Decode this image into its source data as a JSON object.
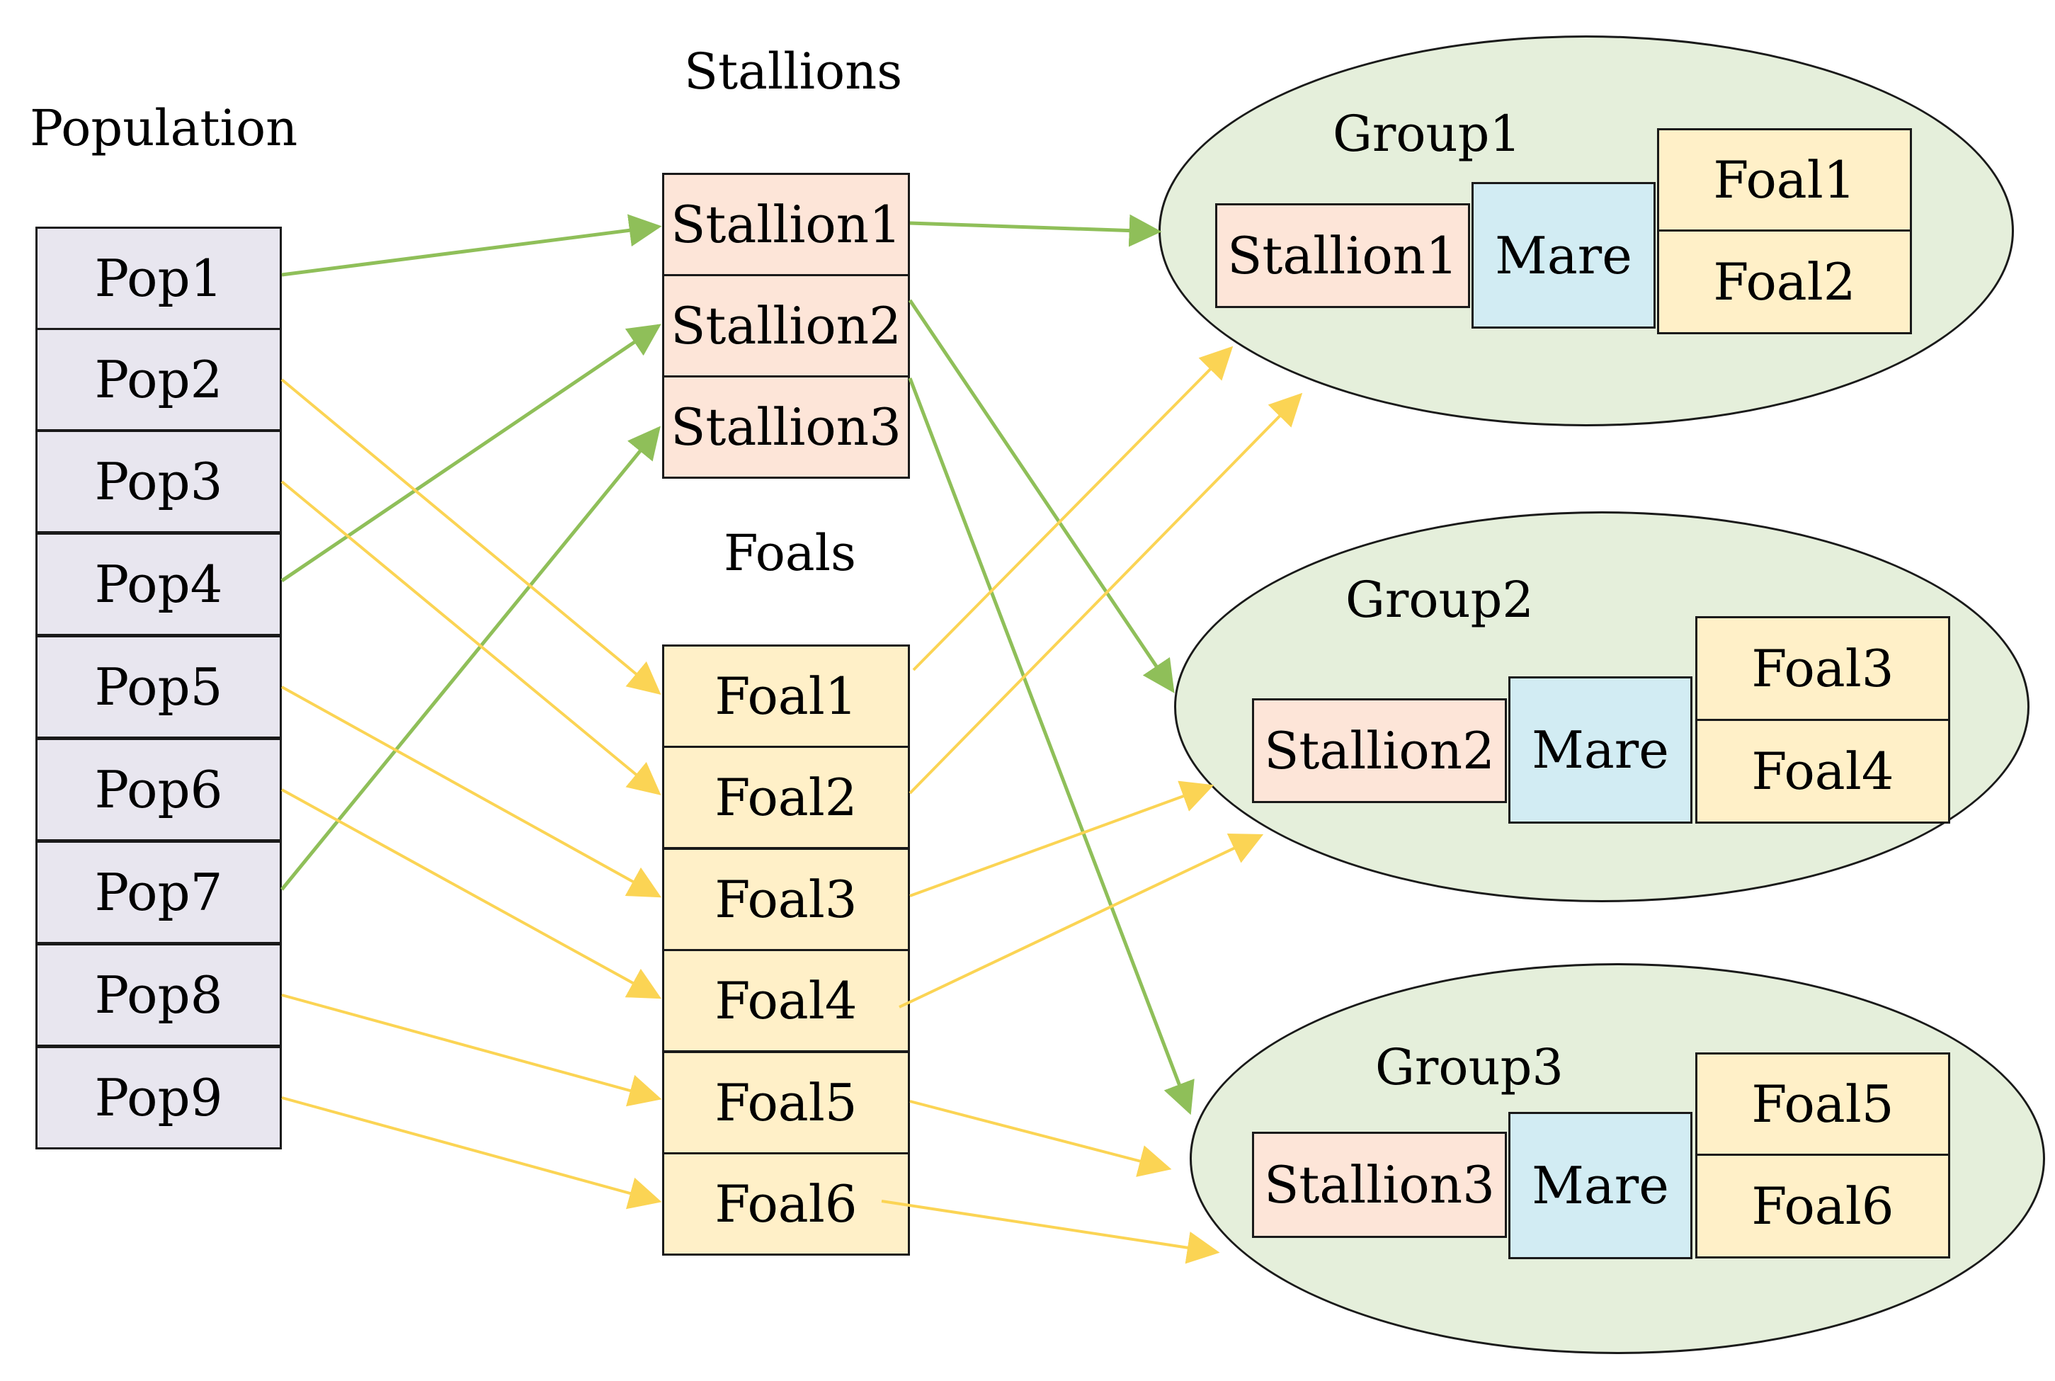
{
  "headings": {
    "population": "Population",
    "stallions": "Stallions",
    "foals": "Foals"
  },
  "population": [
    "Pop1",
    "Pop2",
    "Pop3",
    "Pop4",
    "Pop5",
    "Pop6",
    "Pop7",
    "Pop8",
    "Pop9"
  ],
  "stallions": [
    "Stallion1",
    "Stallion2",
    "Stallion3"
  ],
  "foals": [
    "Foal1",
    "Foal2",
    "Foal3",
    "Foal4",
    "Foal5",
    "Foal6"
  ],
  "groups": [
    {
      "title": "Group1",
      "stallion": "Stallion1",
      "mare": "Mare",
      "foal_a": "Foal1",
      "foal_b": "Foal2"
    },
    {
      "title": "Group2",
      "stallion": "Stallion2",
      "mare": "Mare",
      "foal_a": "Foal3",
      "foal_b": "Foal4"
    },
    {
      "title": "Group3",
      "stallion": "Stallion3",
      "mare": "Mare",
      "foal_a": "Foal5",
      "foal_b": "Foal6"
    }
  ],
  "colors": {
    "stallion_arrow": "#8fbf59",
    "foal_arrow": "#fbd454",
    "population_box": "#e8e6ef",
    "stallion_box": "#fde5d8",
    "foal_box": "#fff0c8",
    "mare_box": "#d2ecf3",
    "group_fill": "#e5efdb"
  },
  "connections": {
    "pop_to_stallion": [
      {
        "from": "Pop1",
        "to": "Stallion1"
      },
      {
        "from": "Pop4",
        "to": "Stallion2"
      },
      {
        "from": "Pop7",
        "to": "Stallion3"
      }
    ],
    "pop_to_foal": [
      {
        "from": "Pop2",
        "to": "Foal1"
      },
      {
        "from": "Pop3",
        "to": "Foal2"
      },
      {
        "from": "Pop5",
        "to": "Foal3"
      },
      {
        "from": "Pop6",
        "to": "Foal4"
      },
      {
        "from": "Pop8",
        "to": "Foal5"
      },
      {
        "from": "Pop9",
        "to": "Foal6"
      }
    ],
    "stallion_to_group": [
      {
        "from": "Stallion1",
        "to": "Group1"
      },
      {
        "from": "Stallion2",
        "to": "Group2"
      },
      {
        "from": "Stallion3",
        "to": "Group3"
      }
    ],
    "foal_to_group": [
      {
        "from": "Foal1",
        "to": "Group1"
      },
      {
        "from": "Foal2",
        "to": "Group1"
      },
      {
        "from": "Foal3",
        "to": "Group2"
      },
      {
        "from": "Foal4",
        "to": "Group2"
      },
      {
        "from": "Foal5",
        "to": "Group3"
      },
      {
        "from": "Foal6",
        "to": "Group3"
      }
    ]
  }
}
